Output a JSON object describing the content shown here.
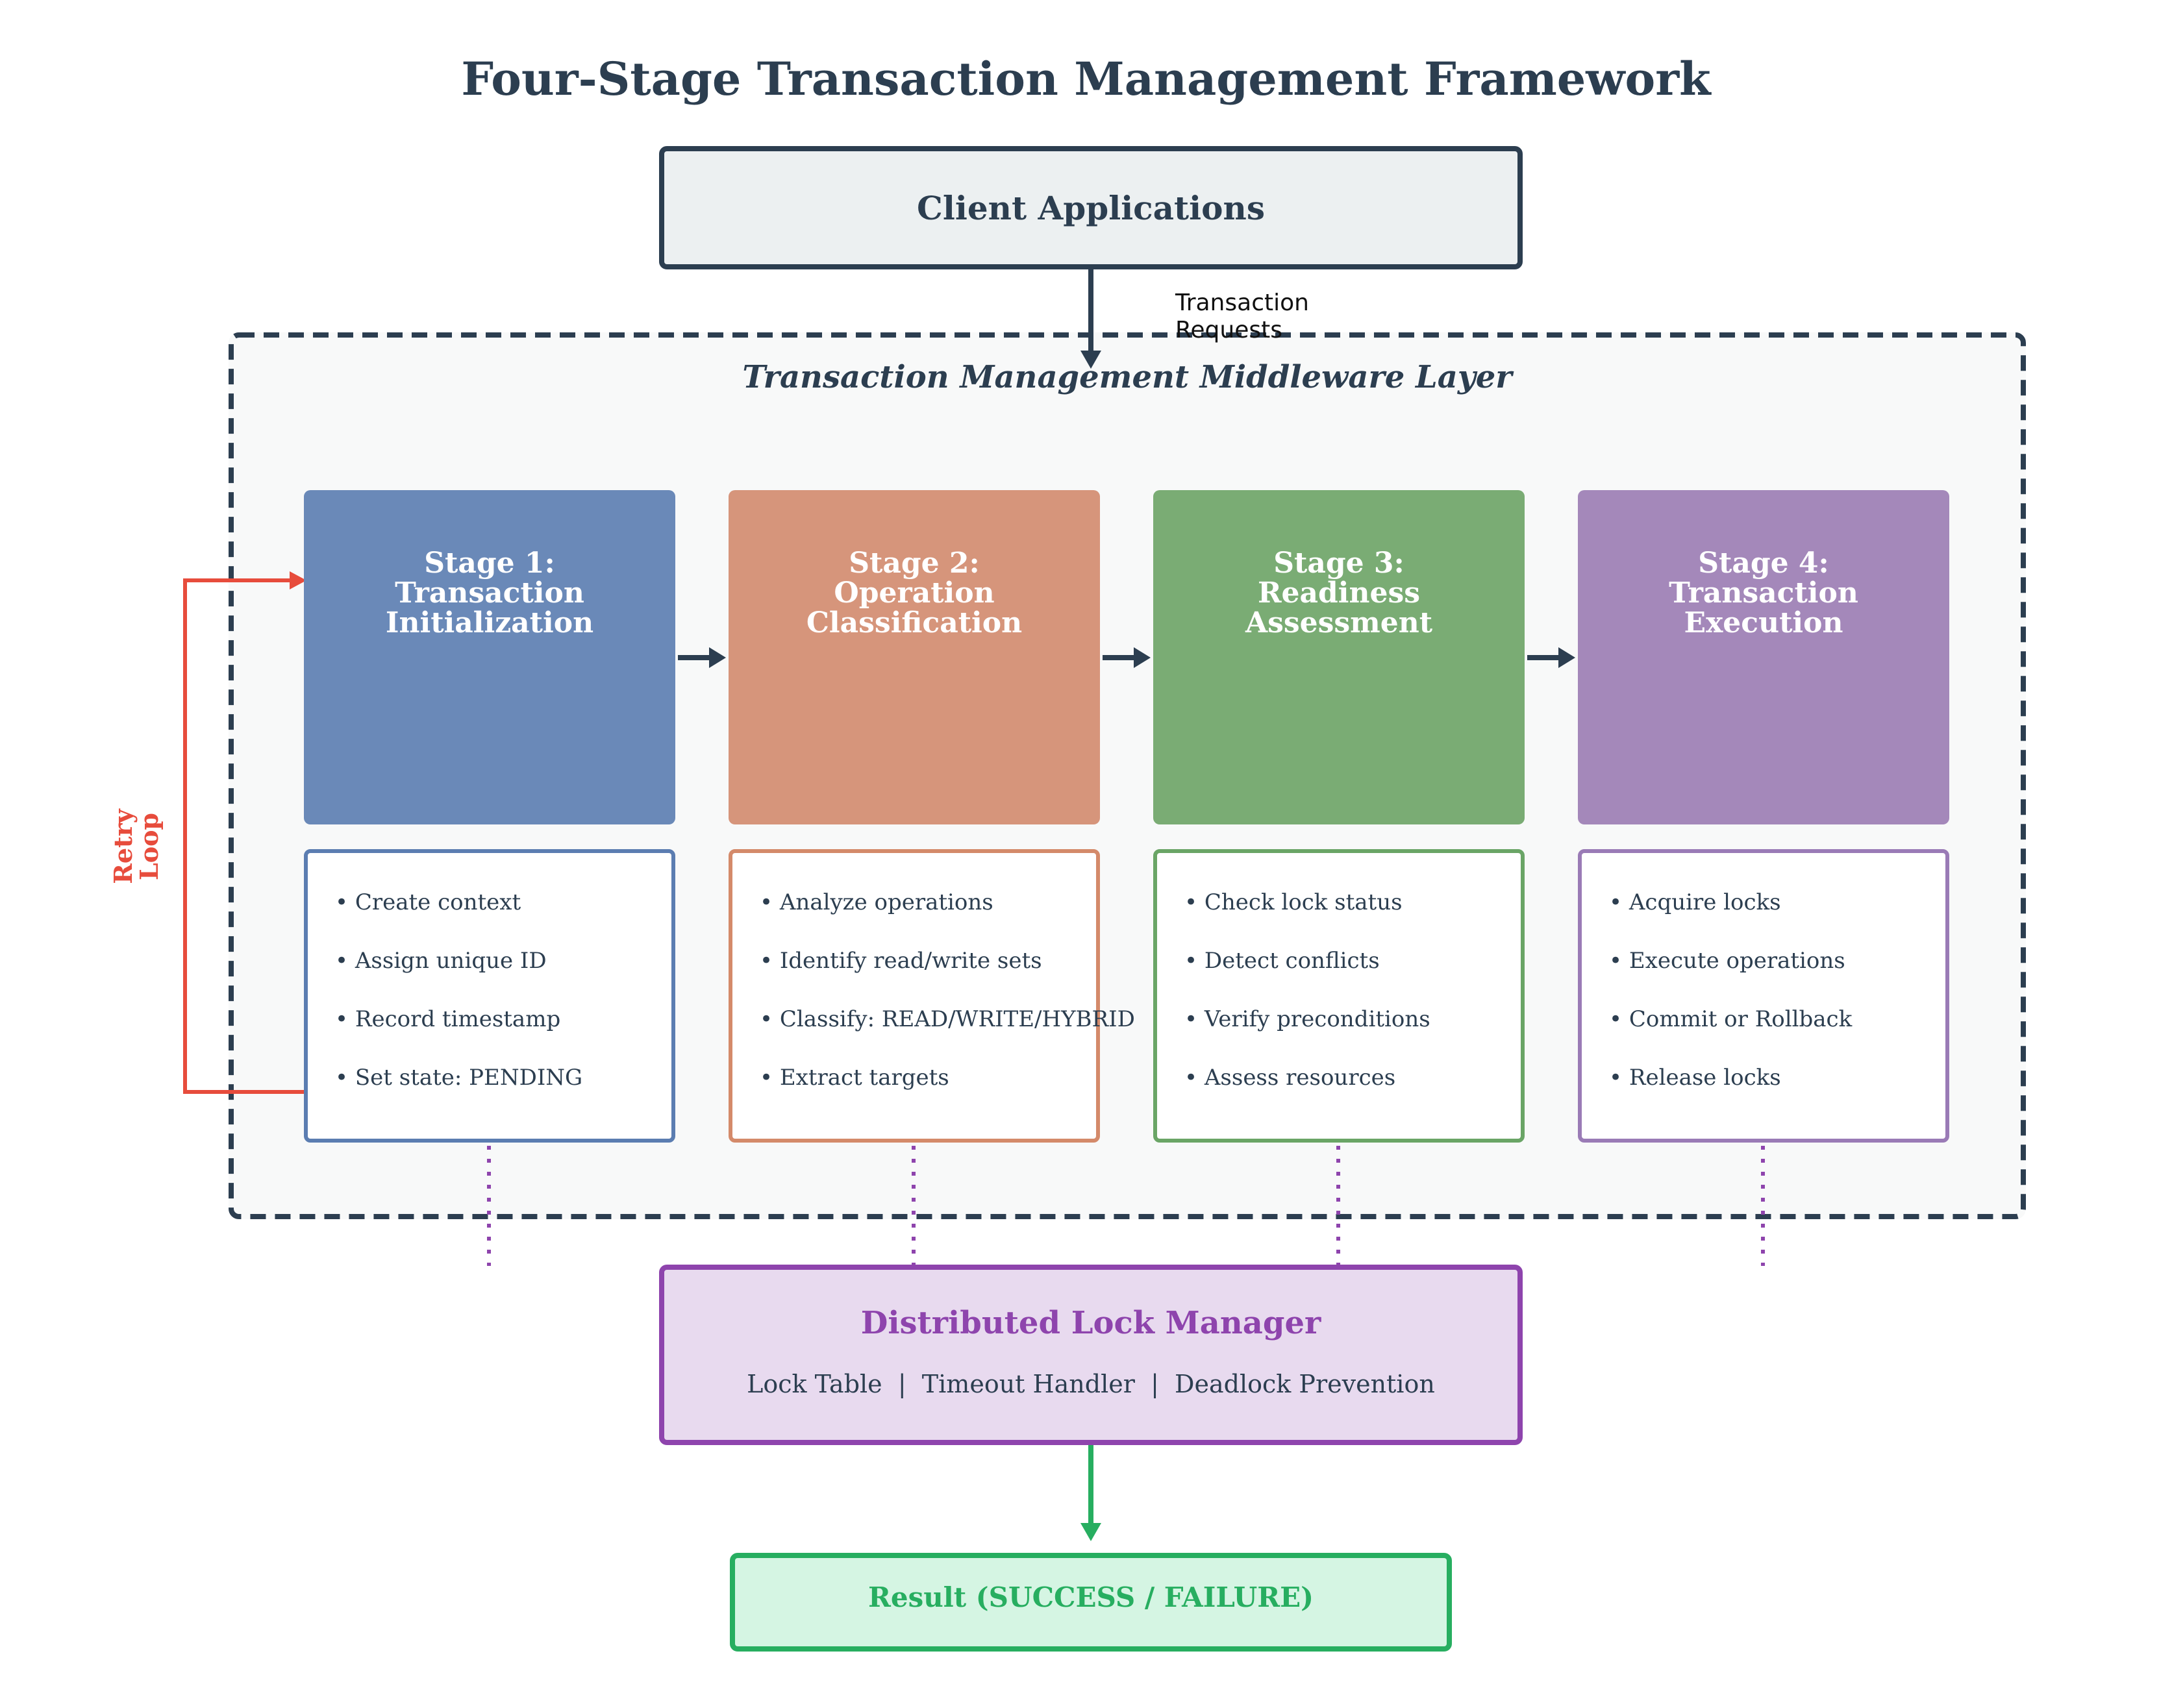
{
  "title": "Four-Stage Transaction Management Framework",
  "client": {
    "label": "Client Applications"
  },
  "request_label": "Transaction Requests",
  "middleware": {
    "title": "Transaction Management Middleware Layer"
  },
  "stages": [
    {
      "title_lines": [
        "Stage 1:",
        "Transaction",
        "Initialization"
      ],
      "color": "#6a89b8",
      "border": "#5b7db1",
      "details": [
        "• Create context",
        "• Assign unique ID",
        "• Record timestamp",
        "• Set state: PENDING"
      ]
    },
    {
      "title_lines": [
        "Stage 2:",
        "Operation",
        "Classification"
      ],
      "color": "#d6957b",
      "border": "#d48a6a",
      "details": [
        "• Analyze operations",
        "• Identify read/write sets",
        "• Classify: READ/WRITE/HYBRID",
        "• Extract targets"
      ]
    },
    {
      "title_lines": [
        "Stage 3:",
        "Readiness",
        "Assessment"
      ],
      "color": "#7aac74",
      "border": "#6aa566",
      "details": [
        "• Check lock status",
        "• Detect conflicts",
        "• Verify preconditions",
        "• Assess resources"
      ]
    },
    {
      "title_lines": [
        "Stage 4:",
        "Transaction",
        "Execution"
      ],
      "color": "#a488ba",
      "border": "#9a7bb6",
      "details": [
        "• Acquire locks",
        "• Execute operations",
        "• Commit or Rollback",
        "• Release locks"
      ]
    }
  ],
  "retry": {
    "label_lines": [
      "Retry",
      "Loop"
    ],
    "color": "#e74c3c"
  },
  "lock_manager": {
    "title": "Distributed Lock Manager",
    "subtitle": "Lock Table  |  Timeout Handler  |  Deadlock Prevention",
    "color": "#8e44ad"
  },
  "result": {
    "label": "Result (SUCCESS / FAILURE)",
    "color": "#27ae60"
  }
}
